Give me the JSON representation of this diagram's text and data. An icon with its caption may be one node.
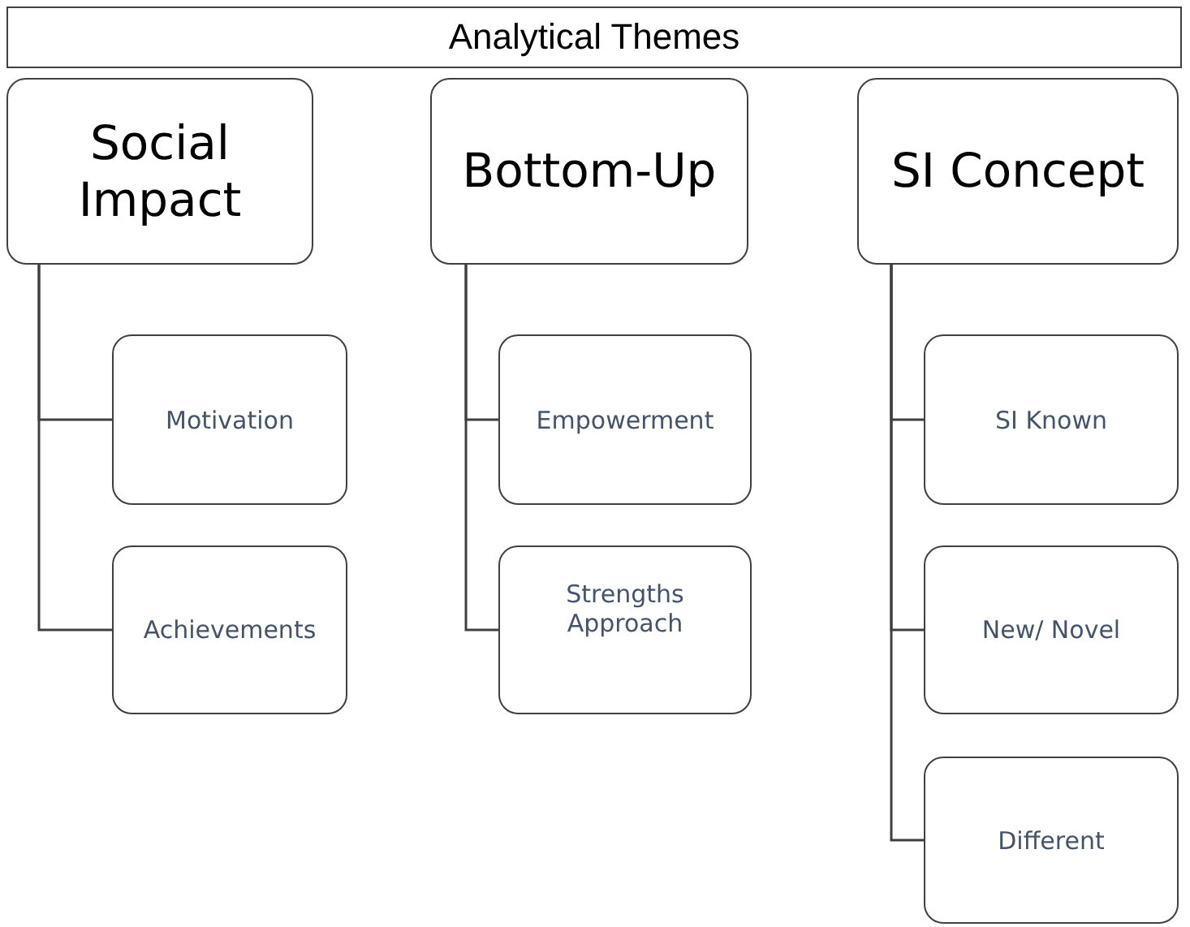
{
  "diagram": {
    "nodes": [
      {
        "text": [
          "Analytical Themes"
        ]
      },
      {
        "text": [
          "Social Impact"
        ]
      },
      {
        "text": [
          "Motivation"
        ]
      },
      {
        "text": [
          "Achievements"
        ]
      },
      {
        "text": [
          "Bottom-Up"
        ]
      },
      {
        "text": [
          "Empowerment"
        ]
      },
      {
        "text": [
          "Strengths Approach"
        ]
      },
      {
        "text": [
          "SI Concept"
        ]
      },
      {
        "text": [
          "SI Known"
        ]
      },
      {
        "text": [
          "New/ Novel"
        ]
      },
      {
        "text": [
          "Different"
        ]
      }
    ],
    "edges": [
      {
        "from": 1,
        "to": 2,
        "arrow": "none"
      },
      {
        "from": 1,
        "to": 3,
        "arrow": "none"
      },
      {
        "from": 4,
        "to": 5,
        "arrow": "none"
      },
      {
        "from": 4,
        "to": 6,
        "arrow": "none"
      },
      {
        "from": 7,
        "to": 8,
        "arrow": "none"
      },
      {
        "from": 7,
        "to": 9,
        "arrow": "none"
      },
      {
        "from": 7,
        "to": 10,
        "arrow": "none"
      }
    ]
  }
}
